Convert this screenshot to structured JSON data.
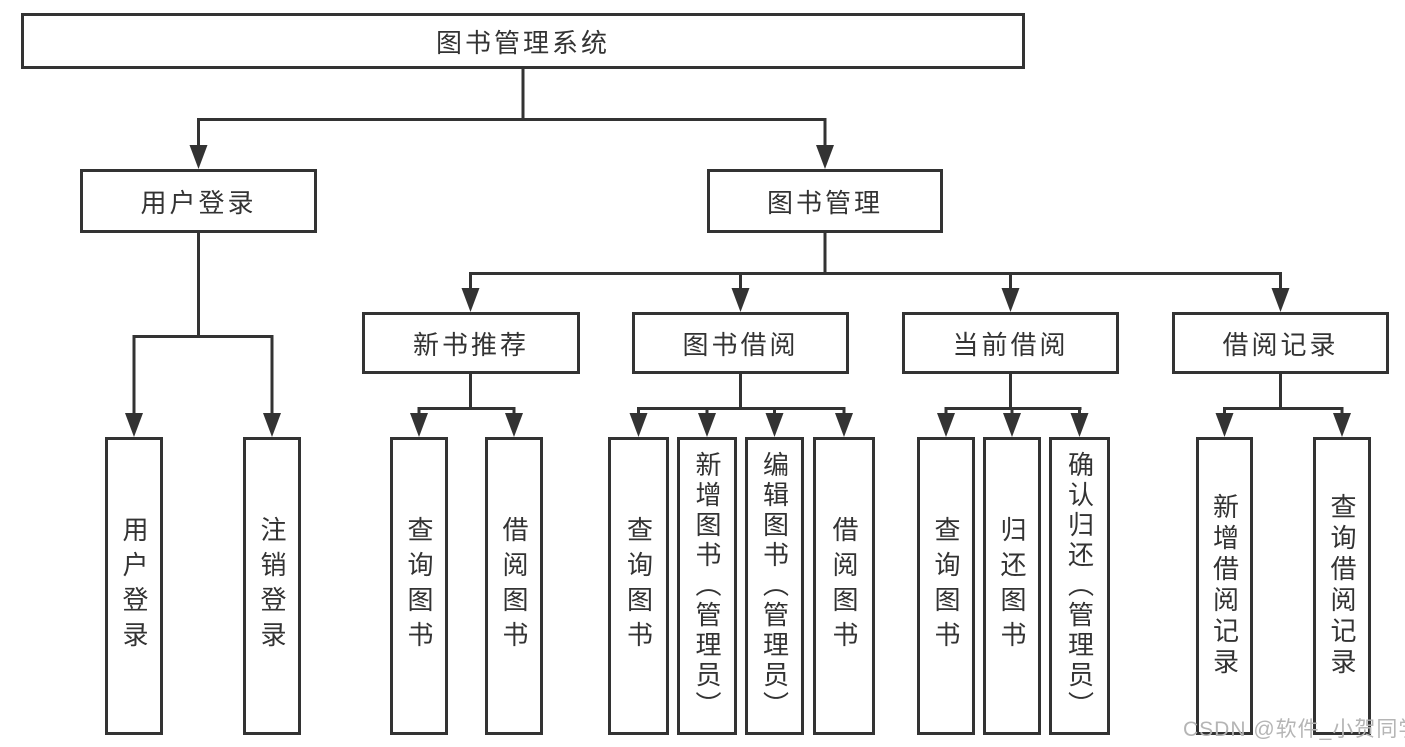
{
  "diagram": {
    "root": "图书管理系统",
    "level2": [
      "用户登录",
      "图书管理"
    ],
    "level3": [
      "新书推荐",
      "图书借阅",
      "当前借阅",
      "借阅记录"
    ],
    "leaves": {
      "user": [
        "用户登录",
        "注销登录"
      ],
      "recommend": [
        "查询图书",
        "借阅图书"
      ],
      "borrow": [
        "查询图书",
        "新增图书（管理员）",
        "编辑图书（管理员）",
        "借阅图书"
      ],
      "current": [
        "查询图书",
        "归还图书",
        "确认归还（管理员）"
      ],
      "record": [
        "新增借阅记录",
        "查询借阅记录"
      ]
    }
  },
  "watermark": "CSDN @软件_小贺同学",
  "colors": {
    "line": "#333333",
    "box_border": "#333333",
    "text": "#333333",
    "watermark": "#b5b5b5",
    "background": "#ffffff"
  }
}
